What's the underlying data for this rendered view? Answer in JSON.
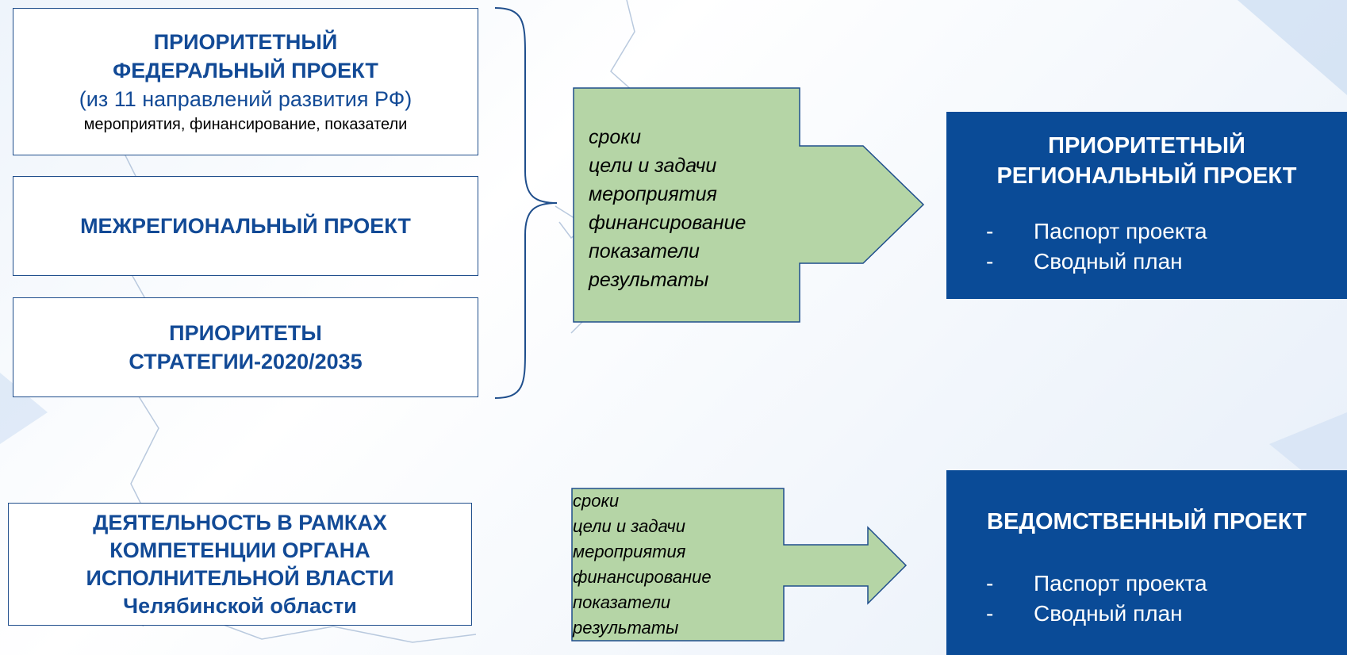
{
  "federal_project": {
    "title_line1": "ПРИОРИТЕТНЫЙ",
    "title_line2": "ФЕДЕРАЛЬНЫЙ ПРОЕКТ",
    "subtitle": "(из 11 направлений развития РФ)",
    "details": "мероприятия, финансирование, показатели"
  },
  "interregional_project": {
    "title": "МЕЖРЕГИОНАЛЬНЫЙ ПРОЕКТ"
  },
  "strategy_priorities": {
    "title_line1": "ПРИОРИТЕТЫ",
    "title_line2": "СТРАТЕГИИ-2020/2035"
  },
  "authority_activity": {
    "line1": "ДЕЯТЕЛЬНОСТЬ В РАМКАХ",
    "line2": "КОМПЕТЕНЦИИ ОРГАНА",
    "line3": "ИСПОЛНИТЕЛЬНОЙ ВЛАСТИ",
    "line4": "Челябинской области"
  },
  "arrow_top": {
    "items": [
      "сроки",
      "цели и задачи",
      "мероприятия",
      "финансирование",
      "показатели",
      "результаты"
    ]
  },
  "arrow_bottom": {
    "items": [
      "сроки",
      "цели и задачи",
      "мероприятия",
      "финансирование",
      "показатели",
      "результаты"
    ]
  },
  "regional_project": {
    "title_line1": "ПРИОРИТЕТНЫЙ",
    "title_line2": "РЕГИОНАЛЬНЫЙ ПРОЕКТ",
    "items": [
      "Паспорт проекта",
      "Сводный план"
    ],
    "bullet": "-"
  },
  "departmental_project": {
    "title": "ВЕДОМСТВЕННЫЙ ПРОЕКТ",
    "items": [
      "Паспорт проекта",
      "Сводный план"
    ],
    "bullet": "-"
  },
  "colors": {
    "box_text": "#124a96",
    "box_border": "#1f4e8c",
    "arrow_fill": "#b5d5a6",
    "panel_bg": "#0a4b97"
  }
}
